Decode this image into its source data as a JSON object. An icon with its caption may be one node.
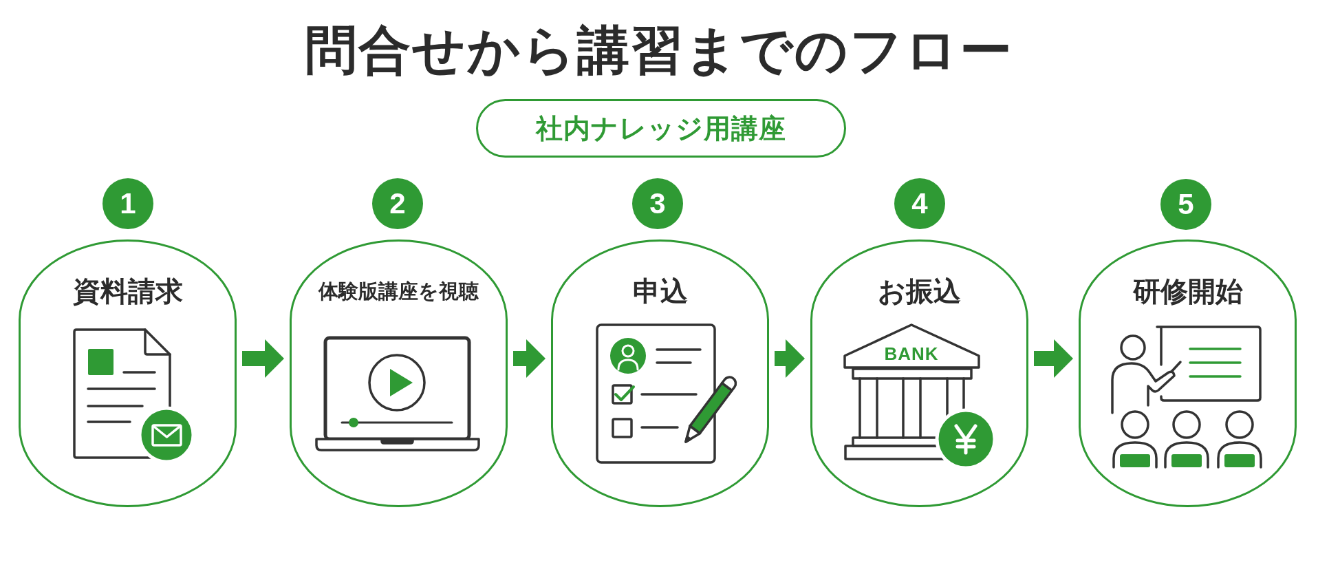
{
  "diagram": {
    "title": "問合せから講習までのフロー",
    "nodes": [
      {
        "text": [
          "社内ナレッジ用講座"
        ]
      },
      {
        "text": [
          "1"
        ]
      },
      {
        "text": [
          "資料請求"
        ]
      },
      {
        "text": [
          "2"
        ]
      },
      {
        "text": [
          "体験版講座を視聴"
        ]
      },
      {
        "text": [
          "3"
        ]
      },
      {
        "text": [
          "申込"
        ]
      },
      {
        "text": [
          "4"
        ]
      },
      {
        "text": [
          "お振込"
        ]
      },
      {
        "text": [
          "5"
        ]
      },
      {
        "text": [
          "研修開始"
        ]
      }
    ],
    "edges": [
      {
        "from": 2,
        "to": 4,
        "arrow": "to"
      },
      {
        "from": 4,
        "to": 6,
        "arrow": "to"
      },
      {
        "from": 6,
        "to": 8,
        "arrow": "to"
      },
      {
        "from": 8,
        "to": 10,
        "arrow": "to"
      }
    ],
    "labels": [
      "BANK"
    ]
  }
}
